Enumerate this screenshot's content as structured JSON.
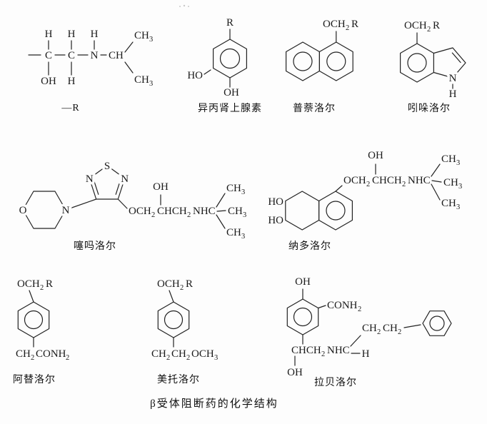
{
  "caption": "β受体阻断药的化学结构",
  "labels": {
    "r_group": "—R",
    "isoproterenol": "异丙肾上腺素",
    "propranolol": "普萘洛尔",
    "pindolol": "吲哚洛尔",
    "timolol": "噻吗洛尔",
    "nadolol": "纳多洛尔",
    "atenolol": "阿替洛尔",
    "metoprolol": "美托洛尔",
    "labetalol": "拉贝洛尔"
  },
  "atoms": {
    "H": "H",
    "C": "C",
    "N": "N",
    "O": "O",
    "S": "S",
    "R": "R",
    "OH": "OH",
    "HO": "HO",
    "CH": "CH",
    "OCH": "OCH",
    "NH": "NH",
    "NHC": "NHC",
    "CHCH": "CHCH",
    "CONH": "CONH",
    "sub2": "2",
    "sub3": "3"
  }
}
